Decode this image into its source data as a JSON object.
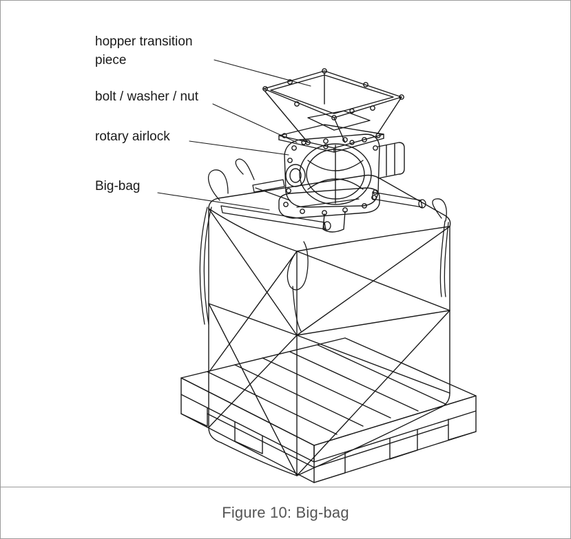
{
  "figure": {
    "caption": "Figure 10: Big-bag"
  },
  "callouts": {
    "hopper_line1": "hopper transition",
    "hopper_line2": "piece",
    "bolt": "bolt / washer / nut",
    "airlock": "rotary airlock",
    "bigbag": "Big-bag"
  },
  "colors": {
    "line": "#1a1a1a",
    "frame": "#9a9a9a",
    "caption_text": "#555555"
  }
}
